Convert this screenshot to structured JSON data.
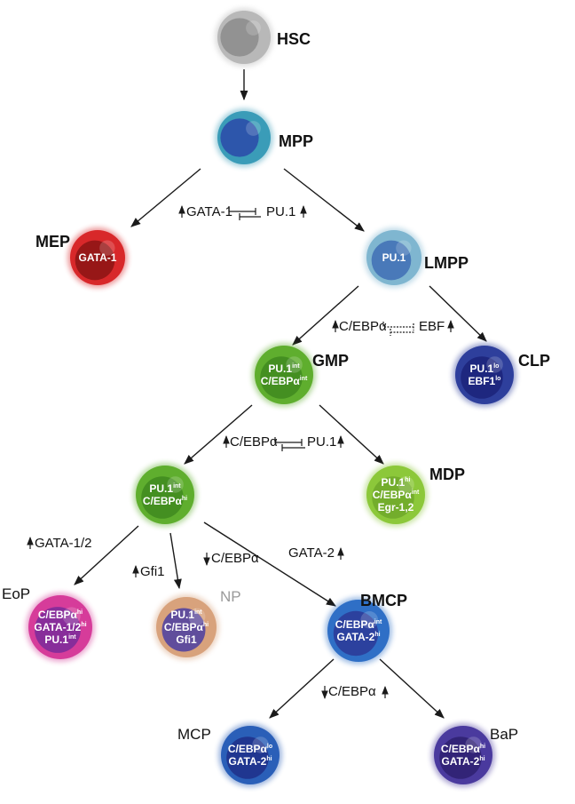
{
  "nodes": {
    "hsc": {
      "label": "HSC",
      "lines": []
    },
    "mpp": {
      "label": "MPP",
      "lines": []
    },
    "mep": {
      "label": "MEP",
      "lines": [
        {
          "t": "GATA-1",
          "s": ""
        }
      ]
    },
    "lmpp": {
      "label": "LMPP",
      "lines": [
        {
          "t": "PU.1",
          "s": ""
        }
      ]
    },
    "gmp": {
      "label": "GMP",
      "lines": [
        {
          "t": "PU.1",
          "s": "int"
        },
        {
          "t": "C/EBPα",
          "s": "int"
        }
      ]
    },
    "clp": {
      "label": "CLP",
      "lines": [
        {
          "t": "PU.1",
          "s": "lo"
        },
        {
          "t": "EBF1",
          "s": "lo"
        }
      ]
    },
    "gp": {
      "label": "",
      "lines": [
        {
          "t": "PU.1",
          "s": "int"
        },
        {
          "t": "C/EBPα",
          "s": "hi"
        }
      ]
    },
    "mdp": {
      "label": "MDP",
      "lines": [
        {
          "t": "PU.1",
          "s": "hi"
        },
        {
          "t": "C/EBPα",
          "s": "int"
        },
        {
          "t": "Egr-1,2",
          "s": ""
        }
      ]
    },
    "eop": {
      "label": "EoP",
      "lines": [
        {
          "t": "C/EBPα",
          "s": "hi"
        },
        {
          "t": "GATA-1/2",
          "s": "hi"
        },
        {
          "t": "PU.1",
          "s": "int"
        }
      ]
    },
    "np": {
      "label": "NP",
      "lines": [
        {
          "t": "PU.1",
          "s": "int"
        },
        {
          "t": "C/EBPα",
          "s": "hi"
        },
        {
          "t": "Gfi1",
          "s": ""
        }
      ]
    },
    "bmcp": {
      "label": "BMCP",
      "lines": [
        {
          "t": "C/EBPα",
          "s": "int"
        },
        {
          "t": "GATA-2",
          "s": "hi"
        }
      ]
    },
    "mcp": {
      "label": "MCP",
      "lines": [
        {
          "t": "C/EBPα",
          "s": "lo"
        },
        {
          "t": "GATA-2",
          "s": "hi"
        }
      ]
    },
    "bap": {
      "label": "BaP",
      "lines": [
        {
          "t": "C/EBPα",
          "s": "hi"
        },
        {
          "t": "GATA-2",
          "s": "hi"
        }
      ]
    }
  },
  "regulators": {
    "mpp_split": {
      "left": "GATA-1",
      "right": "PU.1"
    },
    "lmpp_split": {
      "left": "C/EBPα",
      "right": "EBF"
    },
    "gmp_split": {
      "left": "C/EBPα",
      "right": "PU.1"
    },
    "eop_factor": "GATA-1/2",
    "np_factor": "Gfi1",
    "bmcp_down": "C/EBPα",
    "bmcp_up": "GATA-2",
    "mcp_bap": "C/EBPα"
  },
  "colors": {
    "hsc": "#b8b8b8",
    "mpp": "#3a9cb8",
    "mep": "#d8282a",
    "lmpp": "#7fb6d0",
    "gmp": "#5fae2e",
    "clp": "#2e3f9c",
    "mdp": "#8cc83a",
    "eop": "#d63c9a",
    "np": "#d8a27c",
    "bmcp": "#2f6fc6",
    "mcp": "#2a5fb8",
    "bap": "#4a3a9e"
  }
}
